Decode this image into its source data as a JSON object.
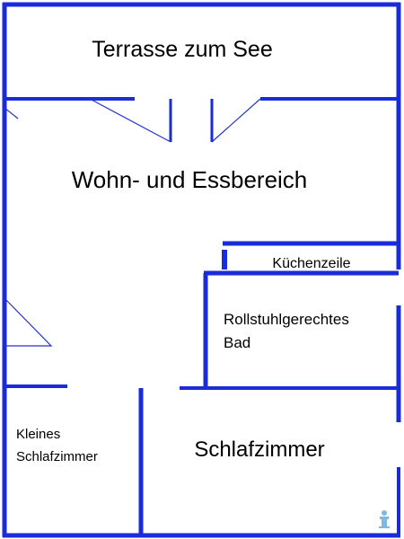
{
  "colors": {
    "wall": "#1a2bd9",
    "door_swing": "#2233cc",
    "background": "#ffffff",
    "label": "#000000",
    "accessibility_icon": "#7fb8e0"
  },
  "rooms": {
    "terrace": "Terrasse zum See",
    "living": "Wohn- und Essbereich",
    "kitchen": "Küchenzeile",
    "bathroom_line1": "Rollstuhlgerechtes",
    "bathroom_line2": "Bad",
    "small_bedroom_line1": "Kleines",
    "small_bedroom_line2": "Schlafzimmer",
    "bedroom": "Schlafzimmer"
  },
  "icons": {
    "accessibility": "accessibility-icon"
  }
}
